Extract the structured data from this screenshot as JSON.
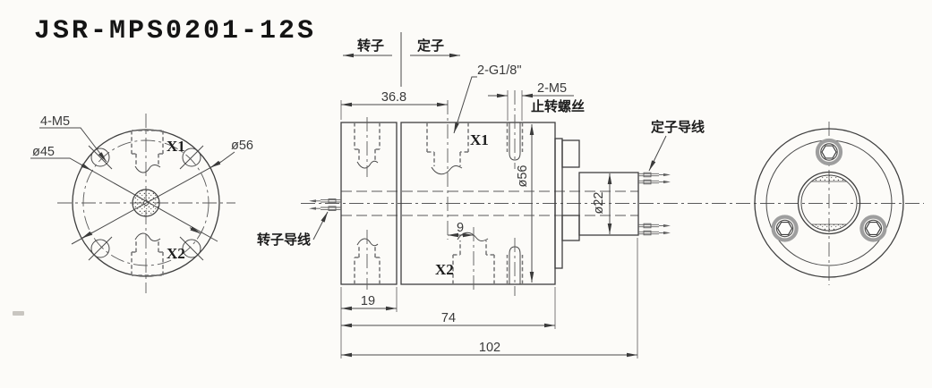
{
  "title": "JSR-MPS0201-12S",
  "header": {
    "rotor": "转子",
    "stator": "定子"
  },
  "front_view": {
    "bolt_spec": "4-M5",
    "bolt_circle_dia": "ø45",
    "outer_dia": "ø56",
    "port1": "X1",
    "port2": "X2"
  },
  "section_view": {
    "dim_port_pos": "36.8",
    "port_thread_spec": "2-G1/8\"",
    "set_screw_spec": "2-M5",
    "set_screw_label": "止转螺丝",
    "port1": "X1",
    "port2": "X2",
    "body_dia": "ø56",
    "shaft_dia": "ø22",
    "dim_port_offset": "9",
    "dim_rotor_len": "19",
    "dim_body_len": "74",
    "dim_total_len": "102",
    "rotor_wire_label": "转子导线",
    "stator_wire_label": "定子导线"
  }
}
